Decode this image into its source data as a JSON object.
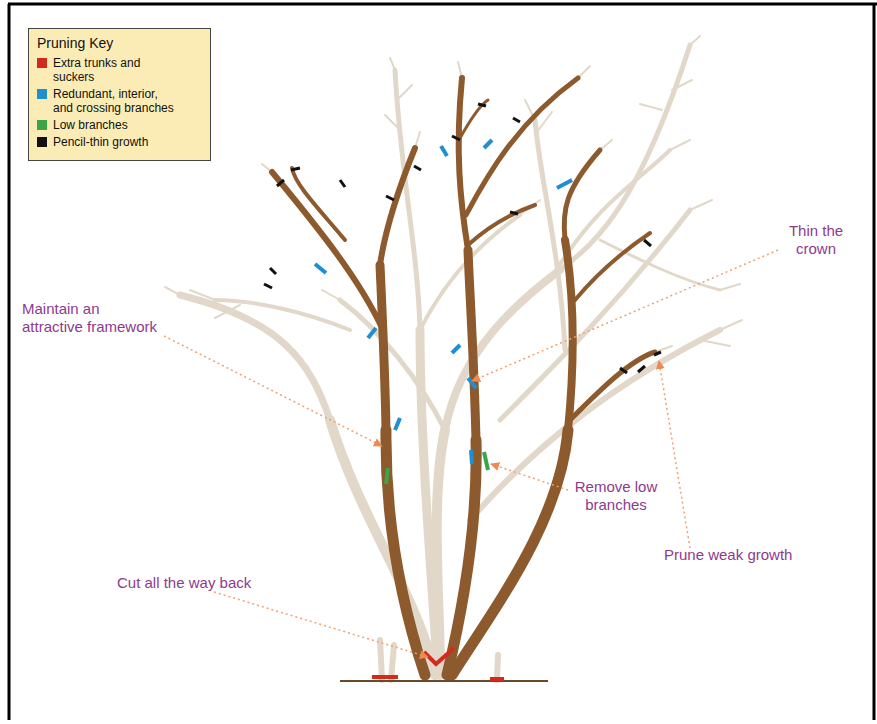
{
  "diagram": {
    "labels": [
      "Pruning Key",
      "Maintain an attractive framework",
      "Thin the crown",
      "Remove low branches",
      "Prune weak growth",
      "Cut all the way back"
    ],
    "legend": [
      {
        "text": "Extra trunks and suckers",
        "color": "#d42a1e"
      },
      {
        "text": "Redundant, interior, and crossing branches",
        "color": "#1e8fd0"
      },
      {
        "text": "Low branches",
        "color": "#39a548"
      },
      {
        "text": "Pencil-thin growth",
        "color": "#111111"
      }
    ]
  }
}
